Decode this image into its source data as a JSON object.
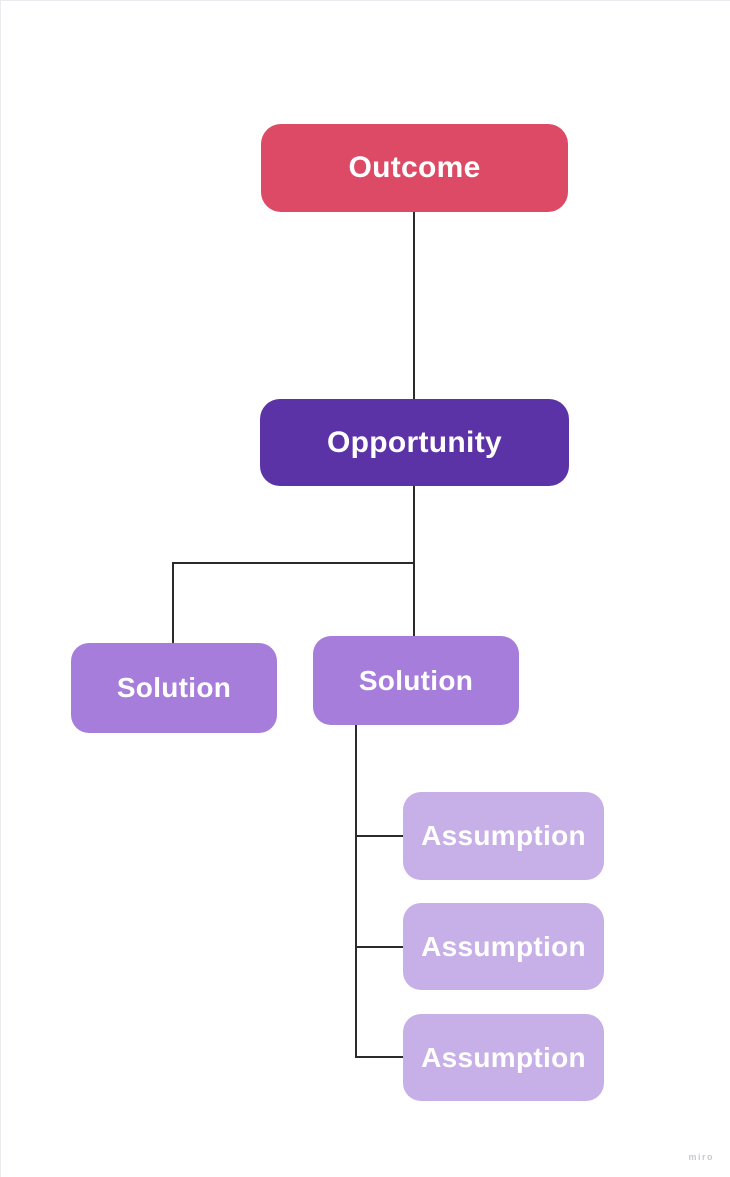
{
  "board": {
    "background": "#ffffff",
    "edge_border_color": "#ebebef"
  },
  "tree": {
    "connector_color": "#2b2b2b",
    "nodes": [
      {
        "id": "outcome",
        "label": "Outcome",
        "color": "#dd4a66",
        "text_color": "#ffffff"
      },
      {
        "id": "opportunity",
        "label": "Opportunity",
        "color": "#5c32a7",
        "text_color": "#ffffff"
      },
      {
        "id": "solution-left",
        "label": "Solution",
        "color": "#a77ddc",
        "text_color": "#ffffff"
      },
      {
        "id": "solution-right",
        "label": "Solution",
        "color": "#a77ddc",
        "text_color": "#ffffff"
      },
      {
        "id": "assumption-1",
        "label": "Assumption",
        "color": "#c7afe7",
        "text_color": "#ffffff"
      },
      {
        "id": "assumption-2",
        "label": "Assumption",
        "color": "#c7afe7",
        "text_color": "#ffffff"
      },
      {
        "id": "assumption-3",
        "label": "Assumption",
        "color": "#c7afe7",
        "text_color": "#ffffff"
      }
    ],
    "edges": [
      {
        "from": "outcome",
        "to": "opportunity"
      },
      {
        "from": "opportunity",
        "to": "solution-left"
      },
      {
        "from": "opportunity",
        "to": "solution-right"
      },
      {
        "from": "solution-right",
        "to": "assumption-1"
      },
      {
        "from": "solution-right",
        "to": "assumption-2"
      },
      {
        "from": "solution-right",
        "to": "assumption-3"
      }
    ]
  },
  "watermark": {
    "label": "miro",
    "color": "#c9cbd2"
  }
}
